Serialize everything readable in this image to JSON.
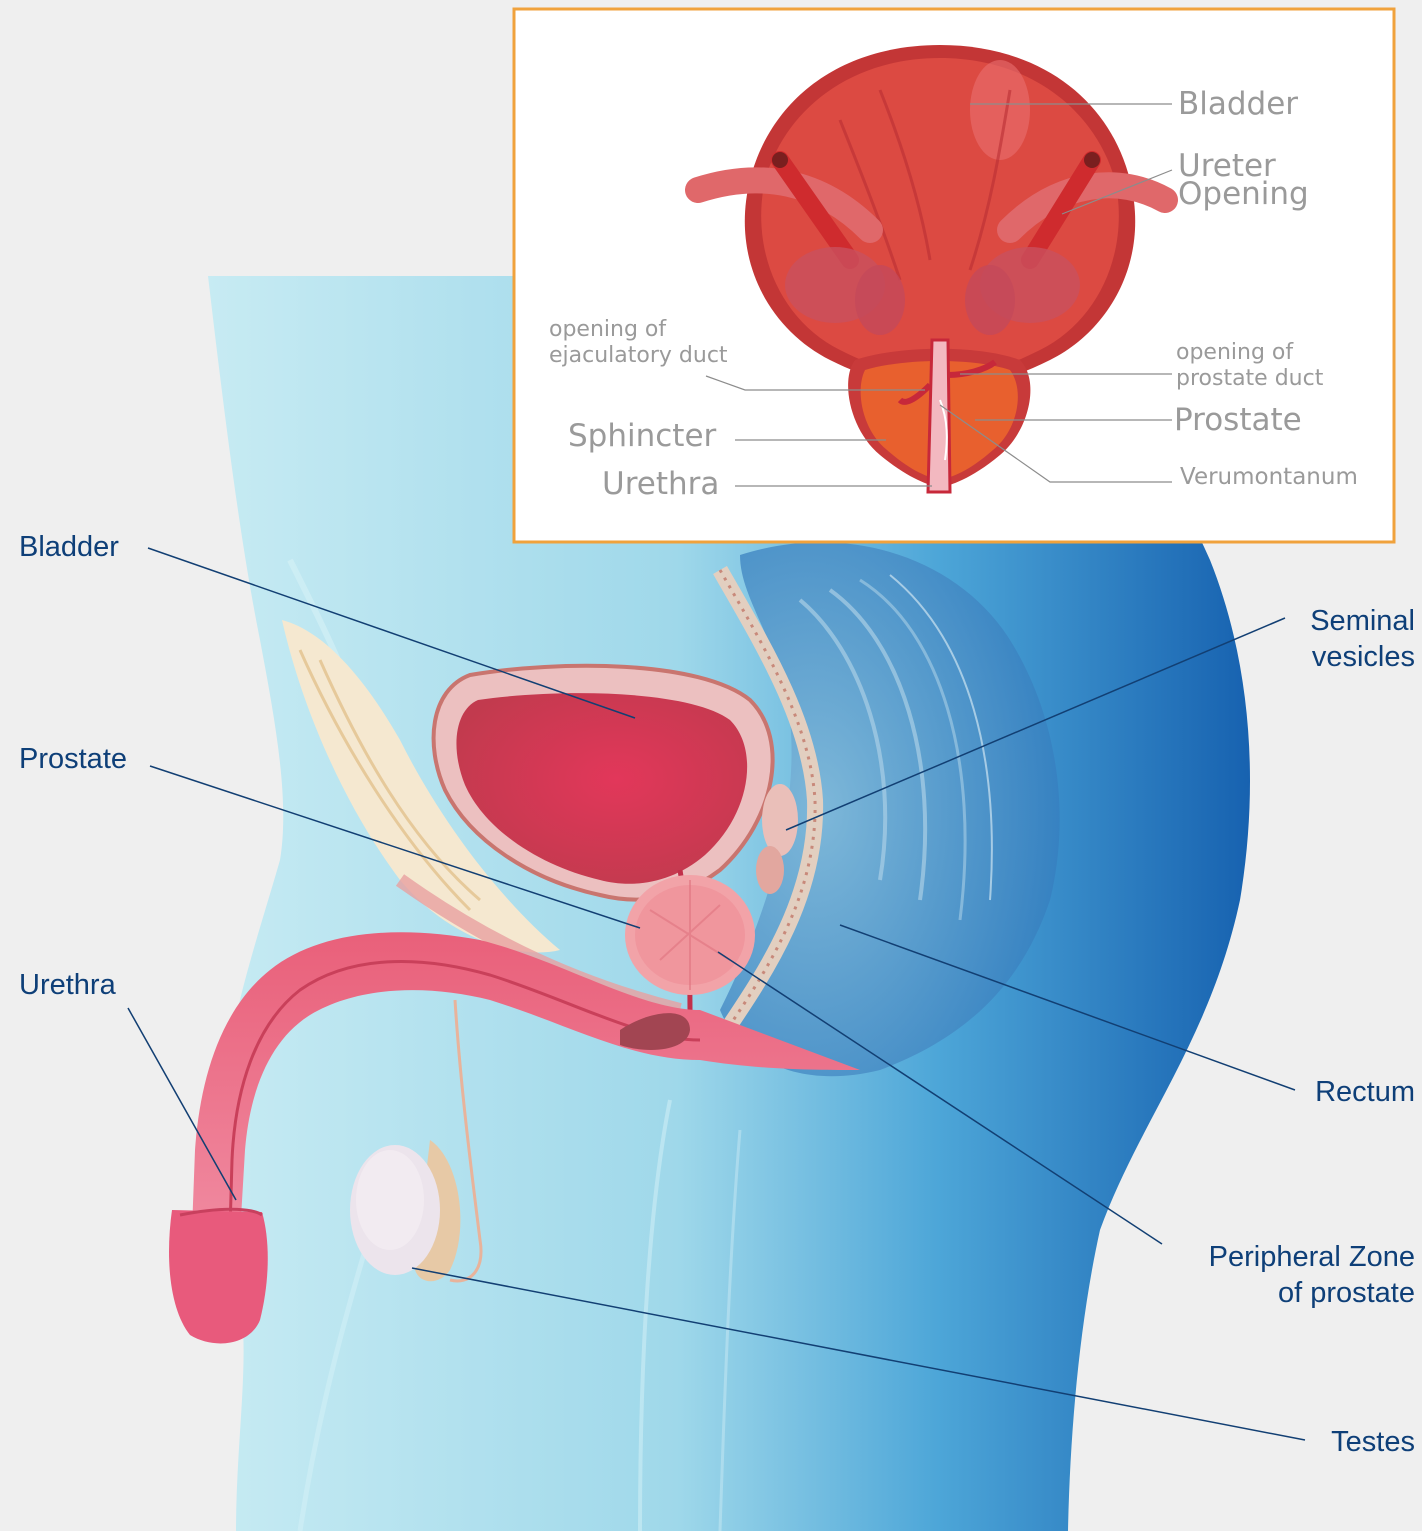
{
  "main_labels": {
    "bladder": "Bladder",
    "prostate": "Prostate",
    "urethra": "Urethra",
    "seminal_vesicles_1": "Seminal",
    "seminal_vesicles_2": "vesicles",
    "rectum": "Rectum",
    "peripheral_zone_1": "Peripheral Zone",
    "peripheral_zone_2": "of prostate",
    "testes": "Testes"
  },
  "inset_labels": {
    "bladder": "Bladder",
    "ureter_opening_1": "Ureter",
    "ureter_opening_2": "Opening",
    "ejaculatory_duct_1": "opening of",
    "ejaculatory_duct_2": "ejaculatory duct",
    "prostate_duct_1": "opening of",
    "prostate_duct_2": "prostate duct",
    "prostate": "Prostate",
    "sphincter": "Sphincter",
    "urethra": "Urethra",
    "verumontanum": "Verumontanum"
  },
  "colors": {
    "label_main": "#0e3f78",
    "label_inset": "#9a9a9a",
    "inset_border": "#f0a23c",
    "body_light": "#bfe6f0",
    "body_dark": "#1f6fb8",
    "bladder_red": "#d9433d",
    "prostate_orange": "#e46a32"
  }
}
